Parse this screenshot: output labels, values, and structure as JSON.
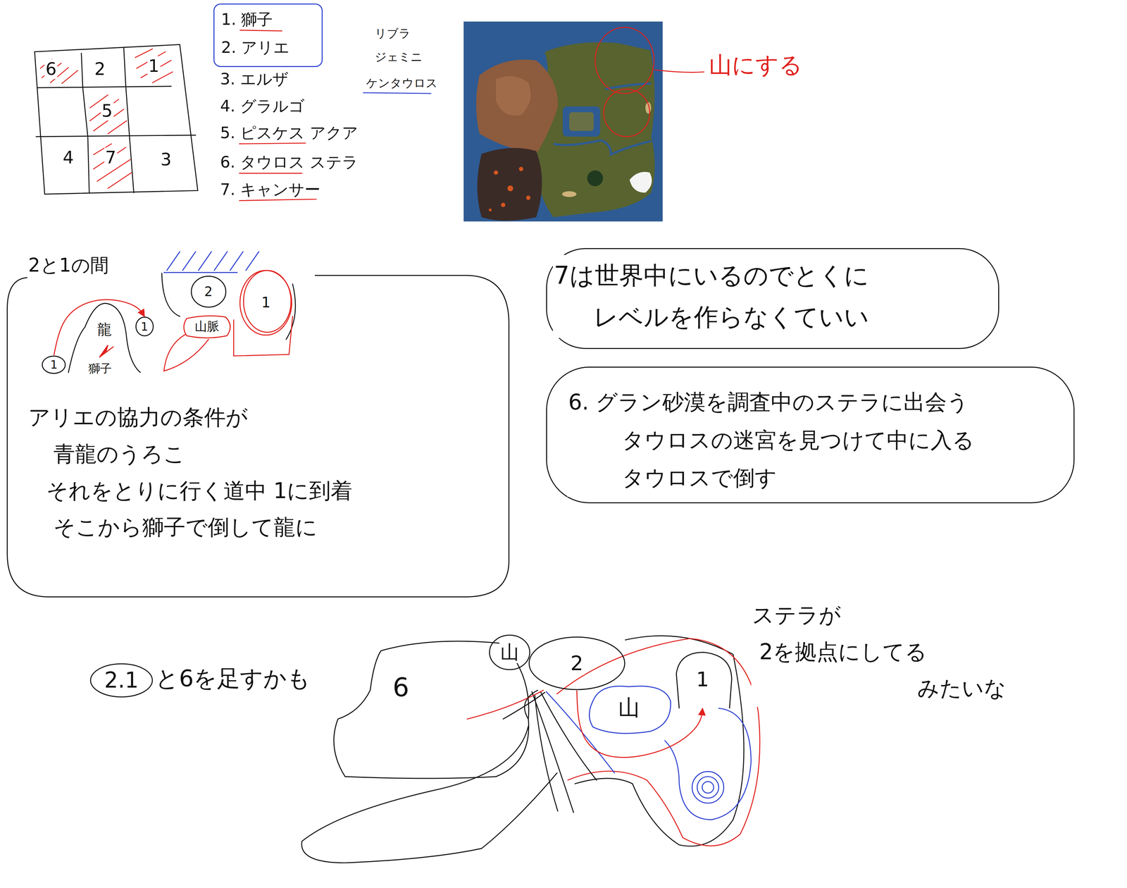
{
  "diagram": {
    "nodes": [
      {
        "text": [
          "1. 獅子",
          "2. アリエ"
        ]
      },
      {
        "text": [
          "2と1の間",
          "アリエの協力の条件が 青龍のうろこ それをとりに行く道中 1に到着 そこから獅子で倒して龍に"
        ]
      },
      {
        "text": [
          "1"
        ],
        "in": 1
      },
      {
        "text": [
          "1"
        ],
        "in": 1
      },
      {
        "text": [
          "2"
        ],
        "in": 1
      },
      {
        "text": [
          "1"
        ],
        "in": 1
      },
      {
        "text": [
          "山脈"
        ],
        "in": 1
      },
      {
        "text": [
          "7は世界中にいるのでとくに レベルを作らなくていい"
        ]
      },
      {
        "text": [
          "6. グラン砂漠を調査中のステラに出会う タウロスの迷宮を見つけて中に入る タウロスで倒す"
        ]
      },
      {
        "text": [
          "2.1"
        ]
      },
      {
        "text": [
          "6"
        ]
      },
      {
        "text": [
          "山"
        ]
      },
      {
        "text": [
          "2"
        ]
      },
      {
        "text": [
          "山"
        ]
      },
      {
        "text": [
          "1"
        ]
      }
    ],
    "edges": [
      {
        "from": 2,
        "to": 3,
        "arrow": "to"
      },
      {
        "from": 12,
        "to": 14,
        "arrow": "to"
      }
    ],
    "labels": [
      "6",
      "2",
      "1",
      "5",
      "4",
      "7",
      "3",
      "3. エルザ",
      "4. グラルゴ",
      "5. ピスケス アクア",
      "6. タウロス ステラ",
      "7. キャンサー",
      "リブラ",
      "ジェミニ",
      "ケンタウロス",
      "山にする",
      "龍",
      "獅子",
      "と6を足すかも",
      "ステラが 2を拠点にしてる みたいな"
    ]
  }
}
